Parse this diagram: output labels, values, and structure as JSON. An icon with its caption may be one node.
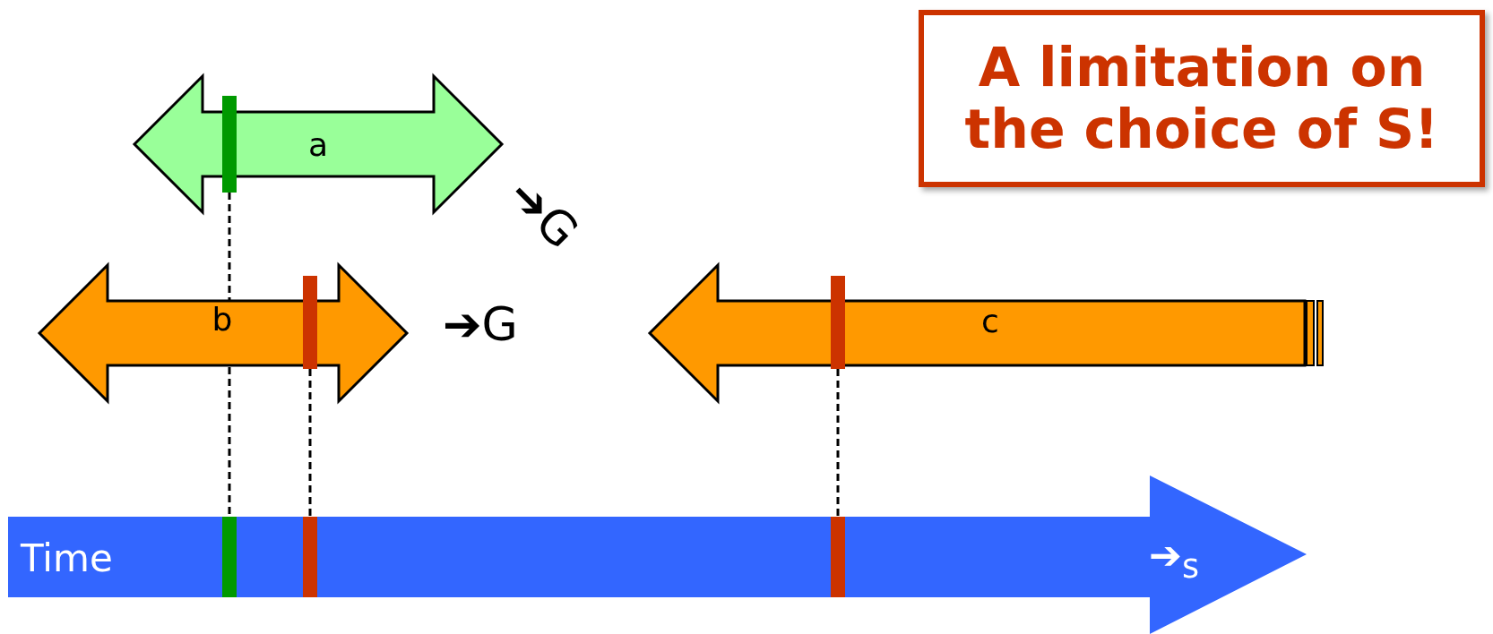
{
  "diagram": {
    "nodes": [
      {
        "text": [
          "a"
        ]
      },
      {
        "text": [
          "b"
        ]
      },
      {
        "text": [
          "c"
        ]
      },
      {
        "text": [
          "Time"
        ]
      },
      {
        "text": [
          "A limitation on the choice of S!"
        ]
      },
      {
        "text": [],
        "shape": "bar",
        "in": 0
      },
      {
        "text": [],
        "shape": "bar",
        "in": 1
      },
      {
        "text": [],
        "shape": "bar",
        "in": 2
      },
      {
        "text": [],
        "shape": "bar",
        "in": 3
      },
      {
        "text": [],
        "shape": "bar",
        "in": 3
      },
      {
        "text": [],
        "shape": "bar",
        "in": 3
      }
    ],
    "edges": [
      {
        "from": 5,
        "to": 8,
        "arrow": "none",
        "style": "dashed"
      },
      {
        "from": 6,
        "to": 9,
        "arrow": "none",
        "style": "dashed"
      },
      {
        "from": 7,
        "to": 10,
        "arrow": "none",
        "style": "dashed"
      }
    ],
    "labels": [
      "➔G",
      "➔G",
      "➔$_{s}$"
    ]
  }
}
